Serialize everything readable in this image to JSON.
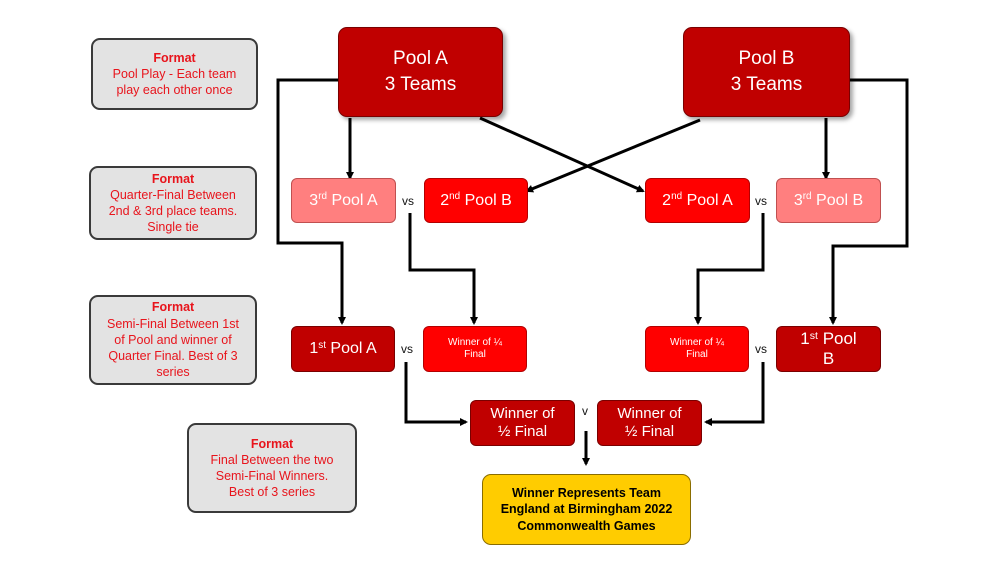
{
  "format_boxes": [
    {
      "title": "Format",
      "lines": [
        "Pool Play - Each team",
        "play each other once"
      ]
    },
    {
      "title": "Format",
      "lines": [
        "Quarter-Final Between",
        "2nd & 3rd place teams.",
        "Single tie"
      ]
    },
    {
      "title": "Format",
      "lines": [
        "Semi-Final Between 1st",
        "of Pool and winner of",
        "Quarter Final. Best of 3",
        "series"
      ]
    },
    {
      "title": "Format",
      "lines": [
        "Final Between the two",
        "Semi-Final Winners.",
        "Best of 3 series"
      ]
    }
  ],
  "pools": {
    "a": {
      "name": "Pool A",
      "teams": "3 Teams"
    },
    "b": {
      "name": "Pool B",
      "teams": "3 Teams"
    }
  },
  "quarter_finals": {
    "third_pool_a": {
      "ord": "3",
      "suffix": "rd",
      "label": "Pool A"
    },
    "second_pool_b": {
      "ord": "2",
      "suffix": "nd",
      "label": "Pool B"
    },
    "second_pool_a": {
      "ord": "2",
      "suffix": "nd",
      "label": "Pool A"
    },
    "third_pool_b": {
      "ord": "3",
      "suffix": "rd",
      "label": "Pool B"
    }
  },
  "semi_finals": {
    "first_pool_a": {
      "ord": "1",
      "suffix": "st",
      "label": "Pool A"
    },
    "winner_qf_left": {
      "line1": "Winner of ¼",
      "line2": "Final"
    },
    "winner_qf_right": {
      "line1": "Winner of ¼",
      "line2": "Final"
    },
    "first_pool_b": {
      "ord": "1",
      "suffix": "st",
      "line1": "Pool",
      "line2": "B"
    }
  },
  "final": {
    "left": {
      "line1": "Winner of",
      "line2": "½ Final"
    },
    "right": {
      "line1": "Winner of",
      "line2": "½ Final"
    }
  },
  "vs_labels": {
    "qf_left": "vs",
    "qf_right": "vs",
    "sf_left": "vs",
    "sf_right": "vs",
    "final": "v"
  },
  "winner": {
    "lines": [
      "Winner Represents Team",
      "England at Birmingham 2022",
      "Commonwealth Games"
    ]
  },
  "colors": {
    "format_text": "#e8141c",
    "format_bg": "#e3e3e3",
    "dark_red": "#c00000",
    "bright_red": "#ff0000",
    "pink": "#ff7f7f",
    "gold": "#ffcc00"
  }
}
